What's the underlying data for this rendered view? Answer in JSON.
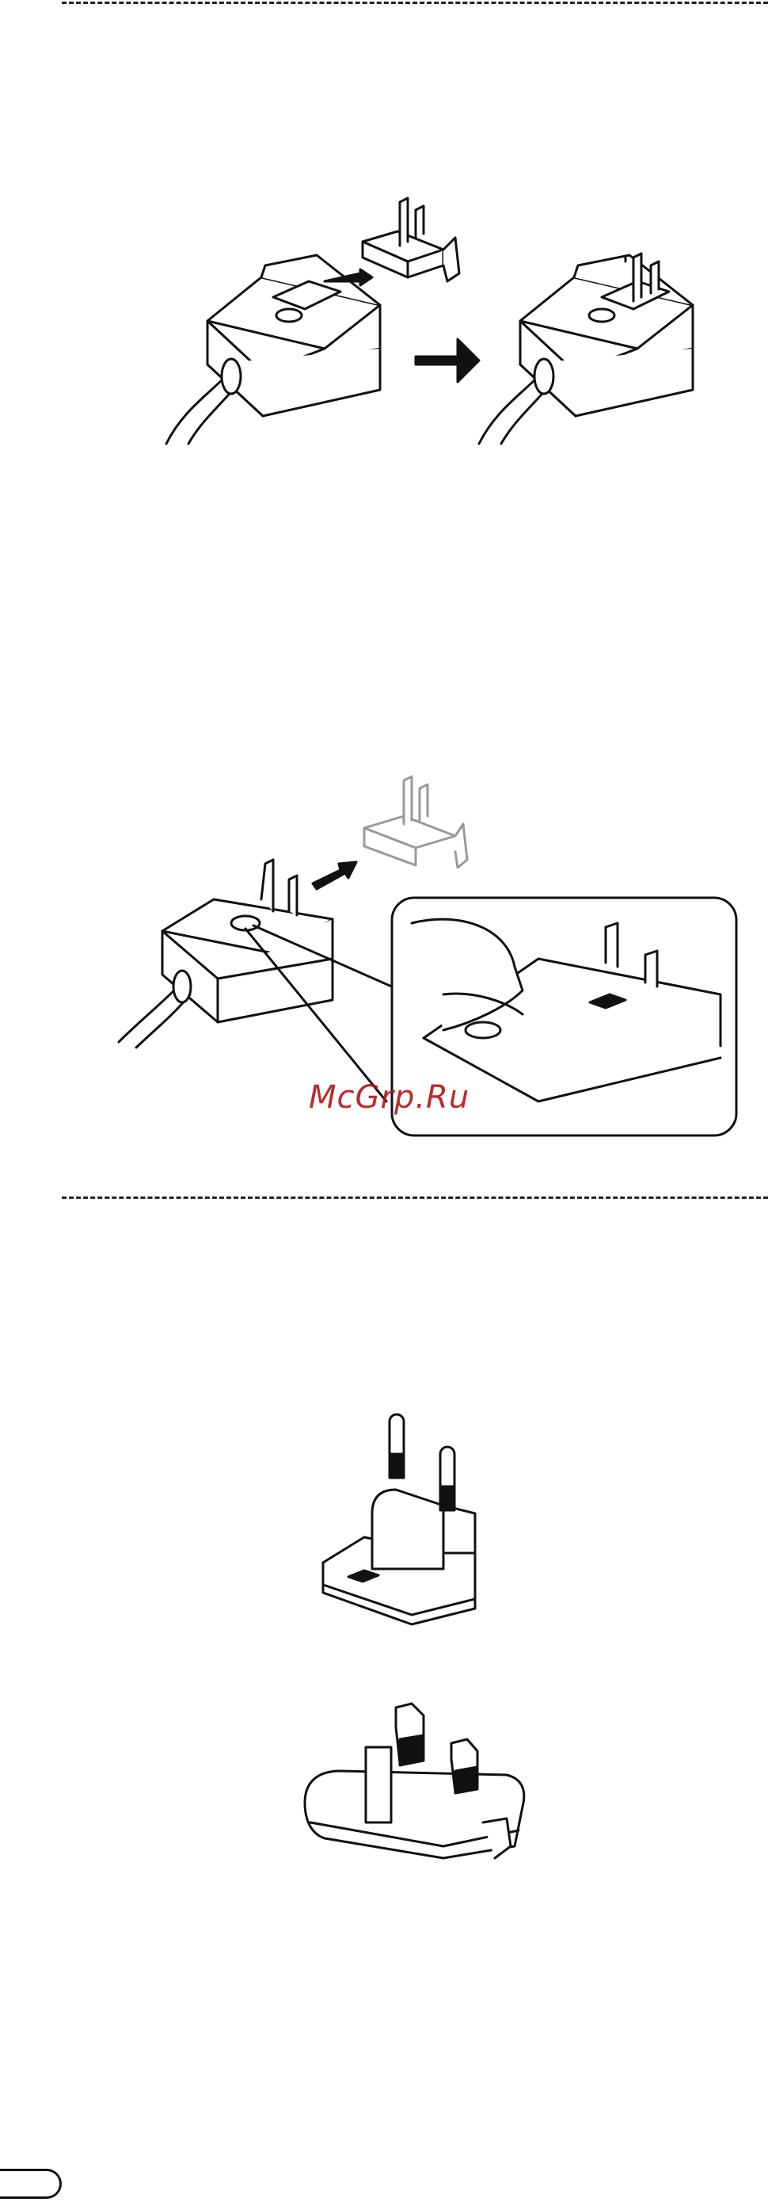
{
  "watermark": {
    "text": "McGrp.Ru"
  },
  "figures": [
    {
      "icon": "adapter-plug-attach-illustration"
    },
    {
      "icon": "adapter-plug-release-illustration"
    },
    {
      "icon": "eu-plug-illustration"
    },
    {
      "icon": "uk-plug-illustration"
    }
  ],
  "colors": {
    "line": "#111111",
    "watermark": "#b41414"
  }
}
